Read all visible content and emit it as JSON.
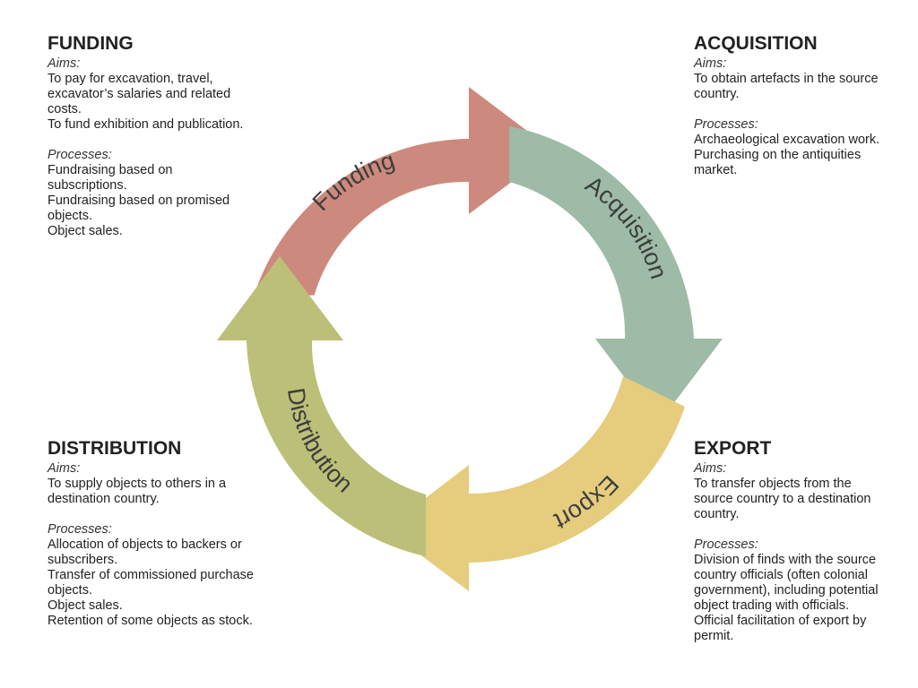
{
  "colors": {
    "funding": "#cd897d",
    "acquisition": "#9dbba6",
    "export": "#e6cc7d",
    "distribution": "#bcbf78"
  },
  "stages": {
    "funding": "Funding",
    "acquisition": "Acquisition",
    "export": "Export",
    "distribution": "Distribution"
  },
  "panels": {
    "funding": {
      "title": "FUNDING",
      "aims_label": "Aims:",
      "aims": [
        "To pay for excavation, travel,",
        "excavator’s salaries and related",
        "costs.",
        "To fund exhibition and publication."
      ],
      "processes_label": "Processes:",
      "processes": [
        "Fundraising based on",
        "subscriptions.",
        "Fundraising based on promised",
        "objects.",
        "Object sales."
      ]
    },
    "acquisition": {
      "title": "ACQUISITION",
      "aims_label": "Aims:",
      "aims": [
        "To obtain artefacts in the source",
        "country."
      ],
      "processes_label": "Processes:",
      "processes": [
        "Archaeological excavation work.",
        "Purchasing on the antiquities",
        "market."
      ]
    },
    "distribution": {
      "title": "DISTRIBUTION",
      "aims_label": "Aims:",
      "aims": [
        "To supply objects to others in a",
        "destination country."
      ],
      "processes_label": "Processes:",
      "processes": [
        "Allocation of objects to backers or",
        "subscribers.",
        "Transfer of commissioned purchase",
        "objects.",
        "Object sales.",
        "Retention of some objects as stock."
      ]
    },
    "export": {
      "title": "EXPORT",
      "aims_label": "Aims:",
      "aims": [
        "To transfer objects from the",
        "source country to a destination",
        "country."
      ],
      "processes_label": "Processes:",
      "processes": [
        "Division of finds with the source",
        "country officials (often colonial",
        "government), including potential",
        "object trading with officials.",
        "Official facilitation of export by",
        "permit."
      ]
    }
  }
}
